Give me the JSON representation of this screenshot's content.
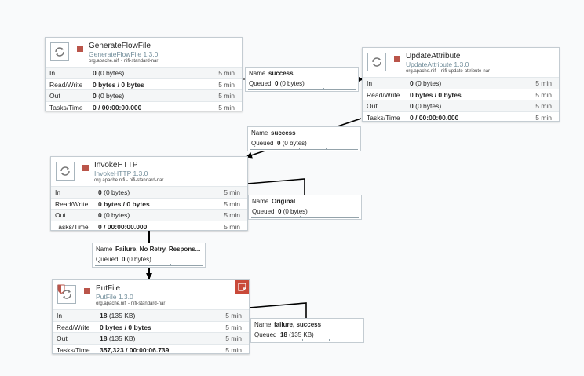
{
  "colors": {
    "canvas_bg": "#f9fafb",
    "connection_line": "#000000",
    "stopped_state": "#ba554a",
    "bulletin": "#c94a3a",
    "type_text": "#728e9b"
  },
  "processors": [
    {
      "id": "generateflowfile",
      "name": "GenerateFlowFile",
      "type": "GenerateFlowFile 1.3.0",
      "bundle": "org.apache.nifi - nifi-standard-nar",
      "state": "stopped",
      "state_icon": "stopped-square-icon",
      "stats": {
        "in_label": "In",
        "in_value": "0",
        "in_detail": "(0 bytes)",
        "in_period": "5 min",
        "rw_label": "Read/Write",
        "rw_value": "0 bytes / 0 bytes",
        "rw_period": "5 min",
        "out_label": "Out",
        "out_value": "0",
        "out_detail": "(0 bytes)",
        "out_period": "5 min",
        "tasks_label": "Tasks/Time",
        "tasks_value": "0 / 00:00:00.000",
        "tasks_period": "5 min"
      }
    },
    {
      "id": "updateattribute",
      "name": "UpdateAttribute",
      "type": "UpdateAttribute 1.3.0",
      "bundle": "org.apache.nifi - nifi-update-attribute-nar",
      "state": "stopped",
      "state_icon": "stopped-square-icon",
      "stats": {
        "in_label": "In",
        "in_value": "0",
        "in_detail": "(0 bytes)",
        "in_period": "5 min",
        "rw_label": "Read/Write",
        "rw_value": "0 bytes / 0 bytes",
        "rw_period": "5 min",
        "out_label": "Out",
        "out_value": "0",
        "out_detail": "(0 bytes)",
        "out_period": "5 min",
        "tasks_label": "Tasks/Time",
        "tasks_value": "0 / 00:00:00.000",
        "tasks_period": "5 min"
      }
    },
    {
      "id": "invokehttp",
      "name": "InvokeHTTP",
      "type": "InvokeHTTP 1.3.0",
      "bundle": "org.apache.nifi - nifi-standard-nar",
      "state": "stopped",
      "state_icon": "stopped-square-icon",
      "stats": {
        "in_label": "In",
        "in_value": "0",
        "in_detail": "(0 bytes)",
        "in_period": "5 min",
        "rw_label": "Read/Write",
        "rw_value": "0 bytes / 0 bytes",
        "rw_period": "5 min",
        "out_label": "Out",
        "out_value": "0",
        "out_detail": "(0 bytes)",
        "out_period": "5 min",
        "tasks_label": "Tasks/Time",
        "tasks_value": "0 / 00:00:00.000",
        "tasks_period": "5 min"
      }
    },
    {
      "id": "putfile",
      "name": "PutFile",
      "type": "PutFile 1.3.0",
      "bundle": "org.apache.nifi - nifi-standard-nar",
      "state": "stopped",
      "state_icon": "stopped-square-icon",
      "invalid_icon": "invalid-shield-icon",
      "bulletin_icon": "bulletin-sticky-note-icon",
      "stats": {
        "in_label": "In",
        "in_value": "18",
        "in_detail": "(135 KB)",
        "in_period": "5 min",
        "rw_label": "Read/Write",
        "rw_value": "0 bytes / 0 bytes",
        "rw_period": "5 min",
        "out_label": "Out",
        "out_value": "18",
        "out_detail": "(135 KB)",
        "out_period": "5 min",
        "tasks_label": "Tasks/Time",
        "tasks_value": "357,323 / 00:00:06.739",
        "tasks_period": "5 min"
      }
    }
  ],
  "connections": [
    {
      "id": "gen-to-update",
      "name_label": "Name",
      "name": "success",
      "queued_label": "Queued",
      "queued_count": "0",
      "queued_size": "(0 bytes)"
    },
    {
      "id": "update-to-invoke",
      "name_label": "Name",
      "name": "success",
      "queued_label": "Queued",
      "queued_count": "0",
      "queued_size": "(0 bytes)"
    },
    {
      "id": "invoke-original",
      "name_label": "Name",
      "name": "Original",
      "queued_label": "Queued",
      "queued_count": "0",
      "queued_size": "(0 bytes)"
    },
    {
      "id": "invoke-to-putfile",
      "name_label": "Name",
      "name": "Failure, No Retry, Respons...",
      "queued_label": "Queued",
      "queued_count": "0",
      "queued_size": "(0 bytes)"
    },
    {
      "id": "putfile-self",
      "name_label": "Name",
      "name": "failure, success",
      "queued_label": "Queued",
      "queued_count": "18",
      "queued_size": "(135 KB)"
    }
  ]
}
